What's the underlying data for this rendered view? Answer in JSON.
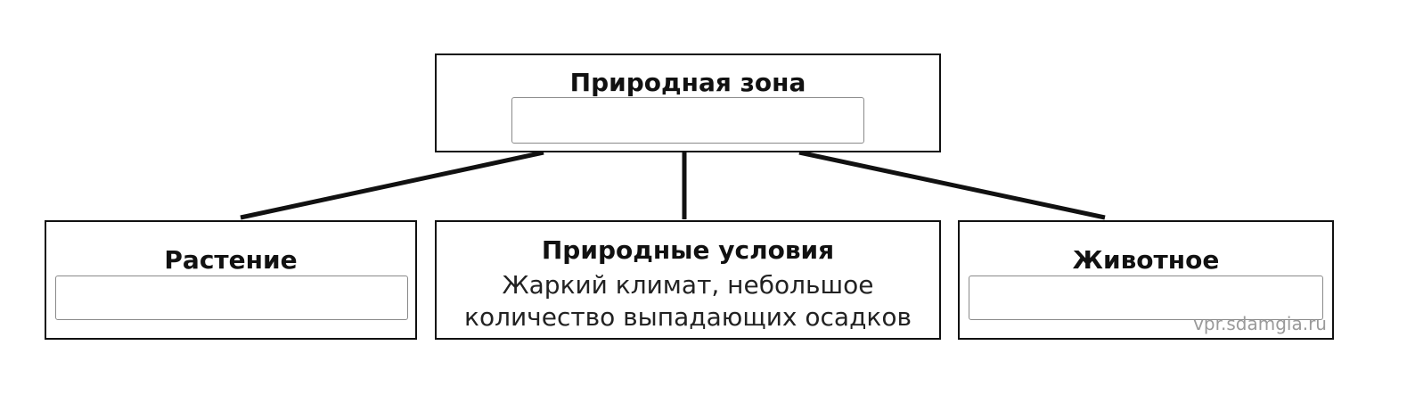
{
  "top_box": {
    "title": "Природная зона",
    "answer_value": ""
  },
  "left_box": {
    "title": "Растение",
    "answer_value": ""
  },
  "center_box": {
    "title": "Природные условия",
    "text_line_1": "Жаркий климат, небольшое",
    "text_line_2": "количество выпадающих осадков"
  },
  "right_box": {
    "title": "Животное",
    "answer_value": ""
  },
  "watermark": "vpr.sdamgia.ru",
  "colors": {
    "border": "#111111",
    "field_border": "#8a8a8a",
    "watermark": "#9a9a9a"
  }
}
